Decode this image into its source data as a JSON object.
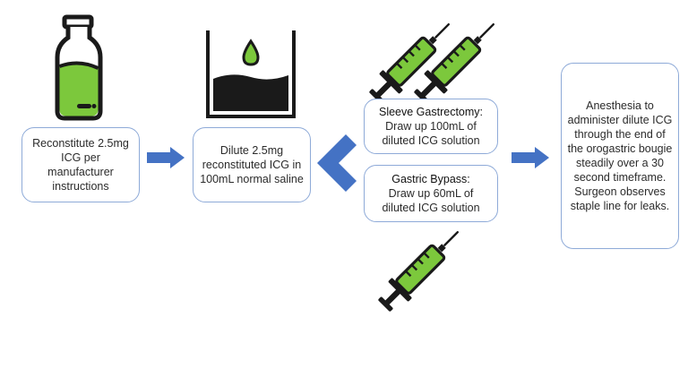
{
  "steps": {
    "reconstitute": "Reconstitute 2.5mg ICG per manufacturer instructions",
    "dilute": "Dilute 2.5mg reconstituted ICG in 100mL normal saline",
    "sleeve": {
      "title": "Sleeve Gastrectomy:",
      "text": "Draw up 100mL of diluted ICG solution"
    },
    "bypass": {
      "title": "Gastric Bypass:",
      "text": "Draw up 60mL of diluted ICG solution"
    },
    "anesthesia": "Anesthesia to administer dilute ICG through the end of the orogastric bougie steadily over a 30 second timeframe. Surgeon observes staple line for leaks."
  },
  "icons": {
    "vial": "vial-icon",
    "beaker": "beaker-with-drop-icon",
    "syringe": "syringe-icon",
    "arrow": "right-arrow-icon",
    "chevron": "double-chevron-arrow-icon"
  },
  "colors": {
    "liquid_green": "#7cc83c",
    "outline": "#1a1a1a",
    "arrow_blue": "#4472c4",
    "box_border": "#8eaad8"
  }
}
